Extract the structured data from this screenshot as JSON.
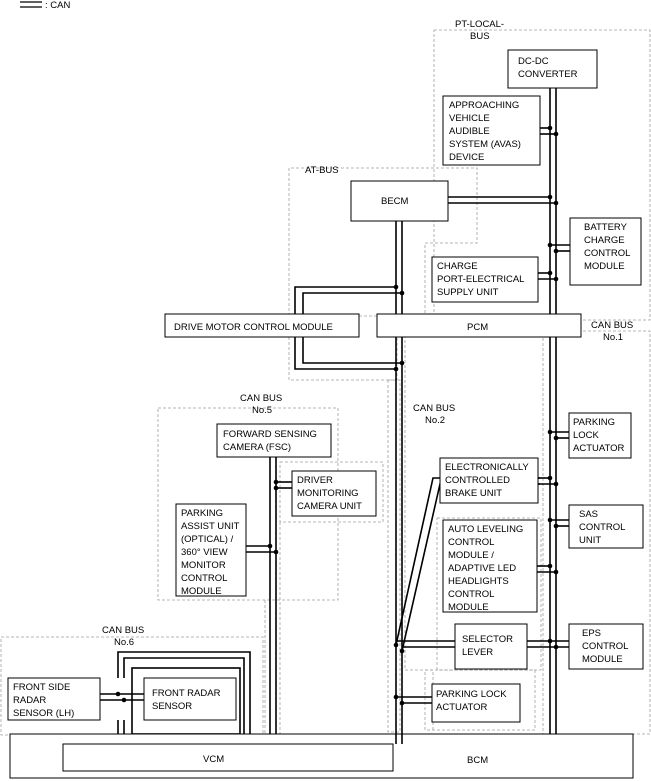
{
  "legend": {
    "label": ": CAN"
  },
  "zones": {
    "pt_local": [
      "PT-LOCAL-",
      "BUS"
    ],
    "at_bus": [
      "AT-BUS"
    ],
    "can1": [
      "CAN BUS",
      "No.1"
    ],
    "can2": [
      "CAN BUS",
      "No.2"
    ],
    "can5": [
      "CAN BUS",
      "No.5"
    ],
    "can6": [
      "CAN BUS",
      "No.6"
    ]
  },
  "modules": {
    "dcdc": [
      "DC-DC",
      "CONVERTER"
    ],
    "avas": [
      "APPROACHING",
      "VEHICLE",
      "AUDIBLE",
      "SYSTEM (AVAS)",
      "DEVICE"
    ],
    "becm": [
      "BECM"
    ],
    "bccm": [
      "BATTERY",
      "CHARGE",
      "CONTROL",
      "MODULE"
    ],
    "charge_port": [
      "CHARGE",
      "PORT-ELECTRICAL",
      "SUPPLY UNIT"
    ],
    "dmcm": [
      "DRIVE MOTOR CONTROL MODULE"
    ],
    "pcm": [
      "PCM"
    ],
    "parking_lock_act1": [
      "PARKING",
      "LOCK",
      "ACTUATOR"
    ],
    "fsc": [
      "FORWARD SENSING",
      "CAMERA (FSC)"
    ],
    "dmcu": [
      "DRIVER",
      "MONITORING",
      "CAMERA UNIT"
    ],
    "pau": [
      "PARKING",
      "ASSIST UNIT",
      "(OPTICAL) /",
      "360° VIEW",
      "MONITOR",
      "CONTROL",
      "MODULE"
    ],
    "ecbu": [
      "ELECTRONICALLY",
      "CONTROLLED",
      "BRAKE UNIT"
    ],
    "sas": [
      "SAS",
      "CONTROL",
      "UNIT"
    ],
    "alcm": [
      "AUTO LEVELING",
      "CONTROL",
      "MODULE /",
      "ADAPTIVE LED",
      "HEADLIGHTS",
      "CONTROL",
      "MODULE"
    ],
    "selector": [
      "SELECTOR",
      "LEVER"
    ],
    "eps": [
      "EPS",
      "CONTROL",
      "MODULE"
    ],
    "parking_lock_act2": [
      "PARKING LOCK",
      "ACTUATOR"
    ],
    "front_side_radar": [
      "FRONT SIDE",
      "RADAR",
      "SENSOR (LH)"
    ],
    "front_radar": [
      "FRONT RADAR",
      "SENSOR"
    ],
    "vcm": [
      "VCM"
    ],
    "bcm": [
      "BCM"
    ]
  }
}
